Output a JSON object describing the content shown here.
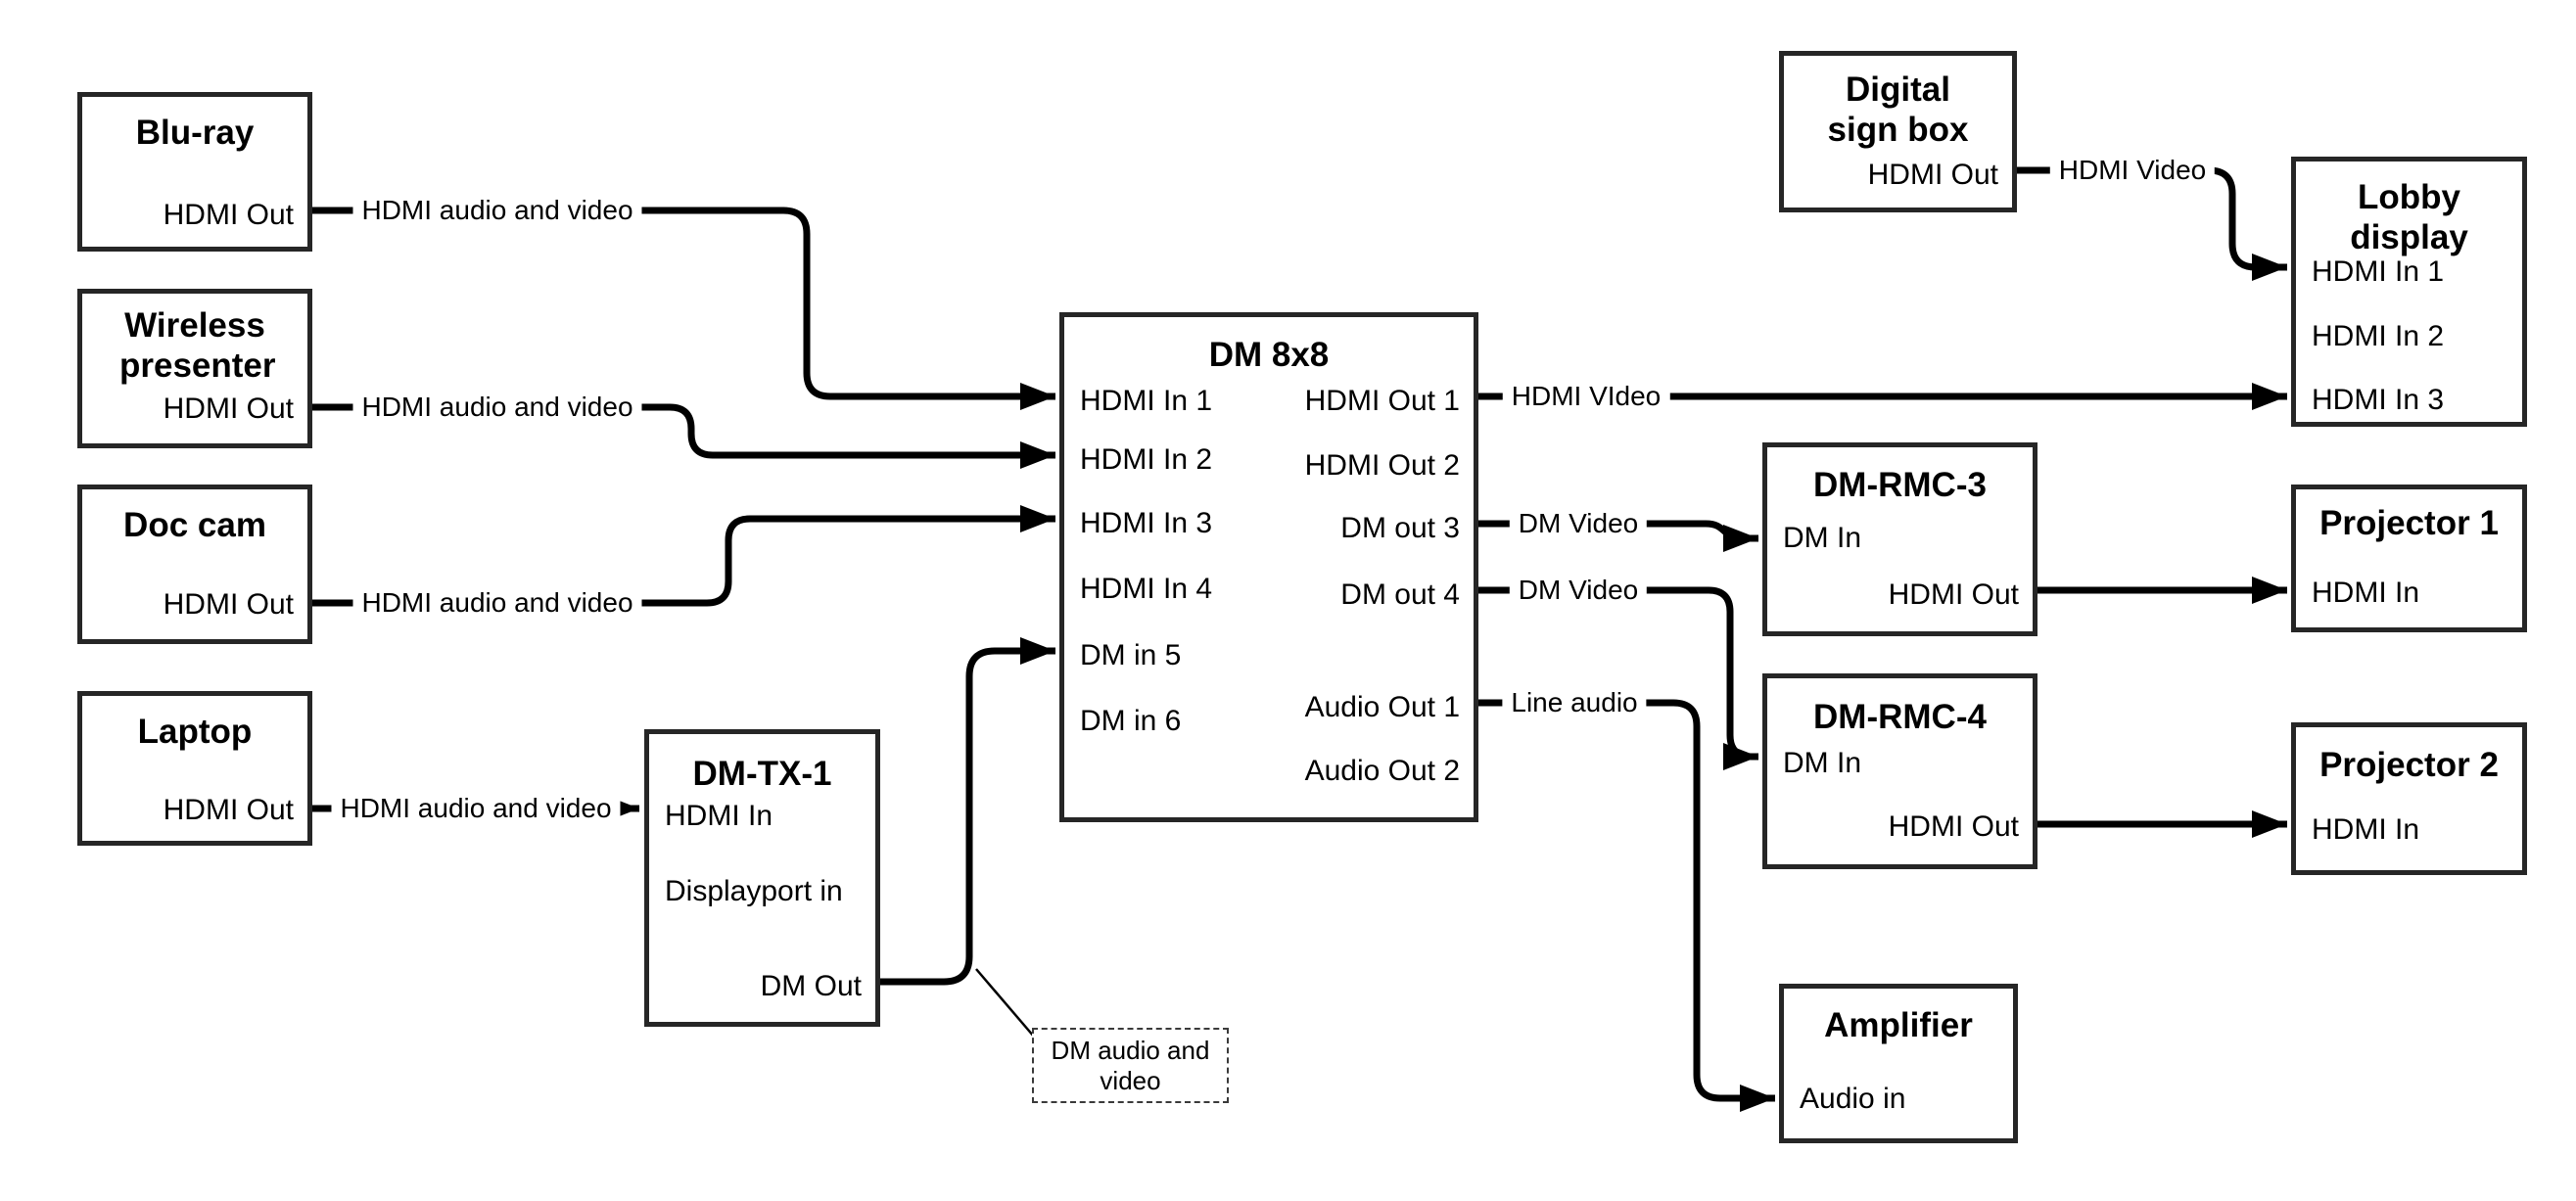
{
  "colors": {
    "background": "#ffffff",
    "wire": "#000000",
    "box_border": "#262626",
    "text": "#000000"
  },
  "nodes": {
    "blu_ray": {
      "title": "Blu-ray",
      "ports": {
        "hdmi_out": "HDMI Out"
      }
    },
    "wireless_presenter": {
      "title": "Wireless presenter",
      "ports": {
        "hdmi_out": "HDMI Out"
      }
    },
    "doc_cam": {
      "title": "Doc cam",
      "ports": {
        "hdmi_out": "HDMI Out"
      }
    },
    "laptop": {
      "title": "Laptop",
      "ports": {
        "hdmi_out": "HDMI Out"
      }
    },
    "dm_tx_1": {
      "title": "DM-TX-1",
      "ports": {
        "hdmi_in": "HDMI In",
        "displayport_in": "Displayport in",
        "dm_out": "DM Out"
      }
    },
    "dm_8x8": {
      "title": "DM 8x8",
      "ports": {
        "hdmi_in_1": "HDMI In 1",
        "hdmi_in_2": "HDMI In 2",
        "hdmi_in_3": "HDMI In 3",
        "hdmi_in_4": "HDMI In 4",
        "dm_in_5": "DM in 5",
        "dm_in_6": "DM in 6",
        "hdmi_out_1": "HDMI Out 1",
        "hdmi_out_2": "HDMI Out 2",
        "dm_out_3": "DM out 3",
        "dm_out_4": "DM out 4",
        "audio_out_1": "Audio Out 1",
        "audio_out_2": "Audio Out 2"
      }
    },
    "digital_sign_box": {
      "title": "Digital sign box",
      "ports": {
        "hdmi_out": "HDMI Out"
      }
    },
    "lobby_display": {
      "title": "Lobby display",
      "ports": {
        "hdmi_in_1": "HDMI In 1",
        "hdmi_in_2": "HDMI In 2",
        "hdmi_in_3": "HDMI In 3"
      }
    },
    "dm_rmc_3": {
      "title": "DM-RMC-3",
      "ports": {
        "dm_in": "DM In",
        "hdmi_out": "HDMI Out"
      }
    },
    "projector_1": {
      "title": "Projector 1",
      "ports": {
        "hdmi_in": "HDMI In"
      }
    },
    "dm_rmc_4": {
      "title": "DM-RMC-4",
      "ports": {
        "dm_in": "DM In",
        "hdmi_out": "HDMI Out"
      }
    },
    "projector_2": {
      "title": "Projector 2",
      "ports": {
        "hdmi_in": "HDMI In"
      }
    },
    "amplifier": {
      "title": "Amplifier",
      "ports": {
        "audio_in": "Audio in"
      }
    }
  },
  "wire_labels": {
    "bluray_to_dm": "HDMI audio and video",
    "wireless_to_dm": "HDMI audio and video",
    "doccam_to_dm": "HDMI audio and video",
    "laptop_to_tx": "HDMI audio and video",
    "hdmi_out_1": "HDMI VIdeo",
    "dm_out_3": "DM Video",
    "dm_out_4": "DM Video",
    "audio_out_1": "Line audio",
    "digital_sign": "HDMI Video"
  },
  "annotation": {
    "dm_audio_and_video": "DM audio and video"
  }
}
